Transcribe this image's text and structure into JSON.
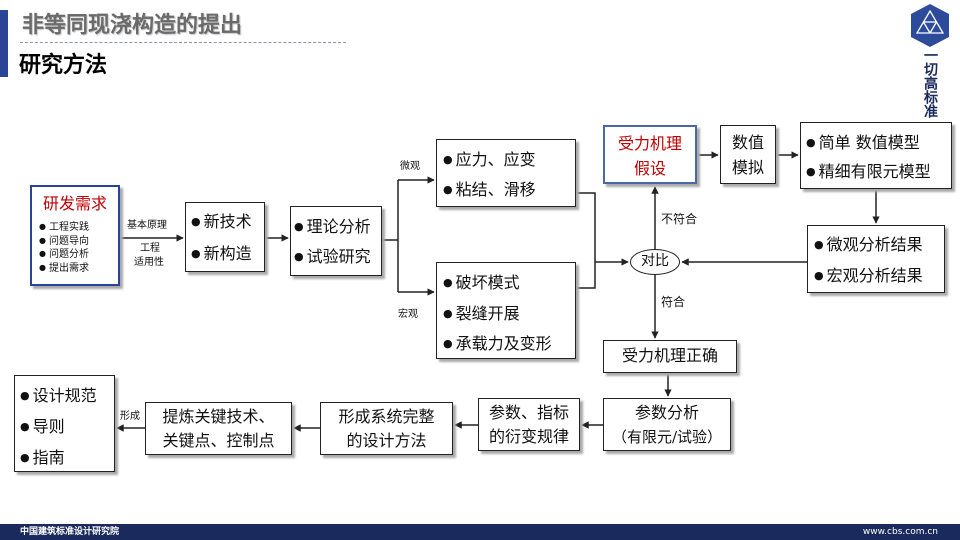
{
  "header": {
    "title": "非等同现浇构造的提出",
    "subtitle": "研究方法",
    "slogan": "一切高标准"
  },
  "footer": {
    "org": "中国建筑标准设计研究院",
    "url": "www.cbs.com.cn"
  },
  "colors": {
    "accent_blue": "#2a4596",
    "highlight_red": "#c00000",
    "footer_navy": "#1b2a5c",
    "title_gray": "#6a6a6a"
  },
  "icons": {
    "logo": "cbs-logo-icon"
  },
  "diagram": {
    "research_need": {
      "title": "研发需求",
      "items": [
        "工程实践",
        "问题导向",
        "问题分析",
        "提出需求"
      ]
    },
    "new_tech": {
      "items": [
        "新技术",
        "新构造"
      ]
    },
    "theory": {
      "items": [
        "理论分析",
        "试验研究"
      ]
    },
    "micro_study": {
      "items": [
        "应力、应变",
        "粘结、滑移"
      ]
    },
    "macro_study": {
      "items": [
        "破坏模式",
        "裂缝开展",
        "承载力及变形"
      ]
    },
    "hypothesis": {
      "lines": [
        "受力机理",
        "假设"
      ]
    },
    "numerical": {
      "lines": [
        "数值",
        "模拟"
      ]
    },
    "models": {
      "items": [
        "简单 数值模型",
        "精细有限元模型"
      ]
    },
    "results": {
      "items": [
        "微观分析结果",
        "宏观分析结果"
      ]
    },
    "compare": {
      "label": "对比"
    },
    "mechanism_ok": {
      "label": "受力机理正确"
    },
    "param_analysis": {
      "lines": [
        "参数分析",
        "（有限元/试验）"
      ]
    },
    "param_rules": {
      "lines": [
        "参数、指标",
        "的衍变规律"
      ]
    },
    "design_method": {
      "lines": [
        "形成系统完整",
        "的设计方法"
      ]
    },
    "key_tech": {
      "lines": [
        "提炼关键技术、",
        "关键点、控制点"
      ]
    },
    "outputs": {
      "items": [
        "设计规范",
        "导则",
        "指南"
      ]
    },
    "edge_labels": {
      "basic_principle": "基本原理",
      "engineering": "工程",
      "applicability": "适用性",
      "micro": "微观",
      "macro": "宏观",
      "not_match": "不符合",
      "match": "符合",
      "form": "形成"
    }
  }
}
